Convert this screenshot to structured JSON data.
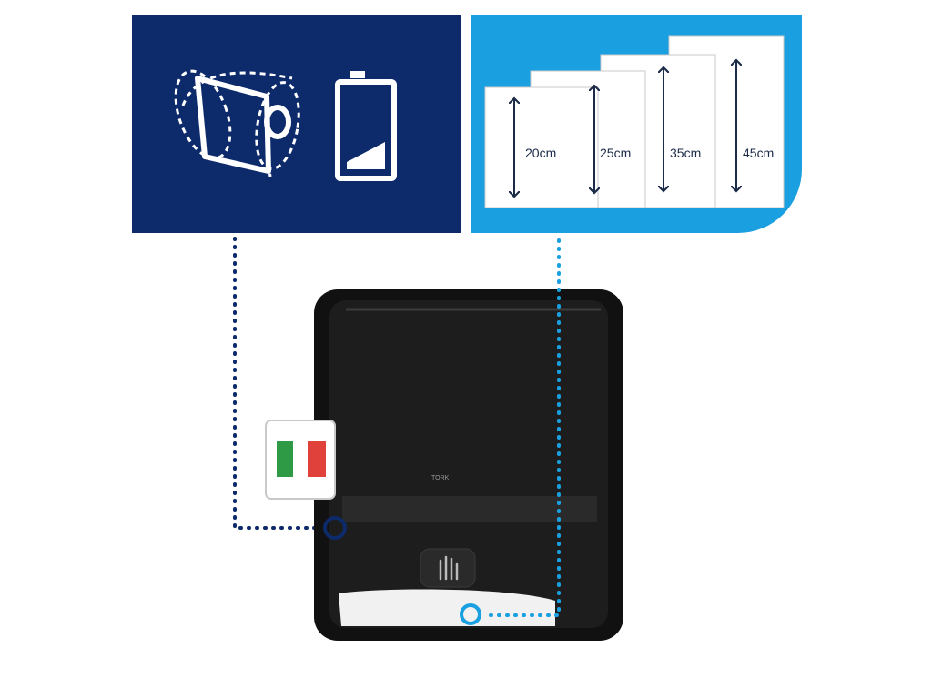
{
  "sizes_panel": {
    "labels": [
      "20cm",
      "25cm",
      "35cm",
      "45cm"
    ]
  },
  "product": {
    "brand": "TORK"
  },
  "colors": {
    "navy_panel": "#0d2a6b",
    "blue_panel": "#1aa0e0",
    "flag_green": "#2e9a46",
    "flag_white": "#ffffff",
    "flag_red": "#e0413a"
  },
  "icons": [
    "paper-roll-icon",
    "battery-icon",
    "sensor-hand-icon",
    "italy-flag-icon"
  ]
}
